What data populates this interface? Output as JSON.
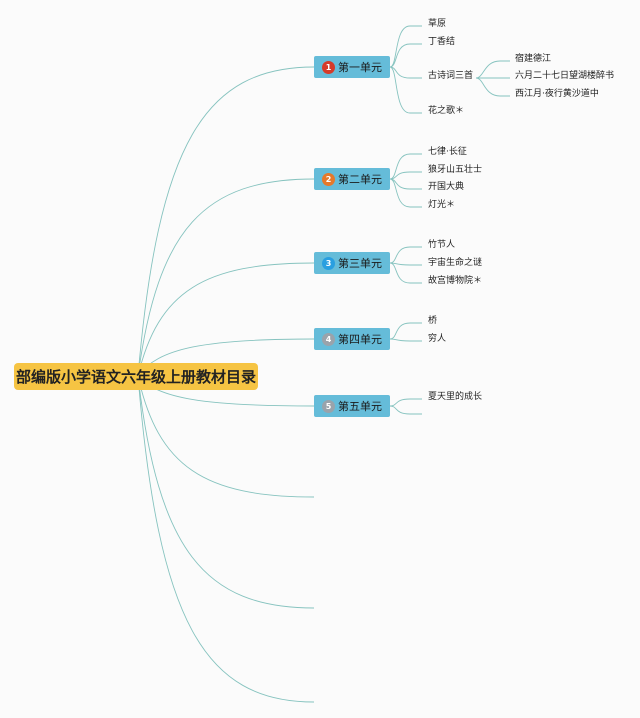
{
  "root": {
    "title": "部编版小学语文六年级上册教材目录"
  },
  "units": [
    {
      "label": "第一单元",
      "badge": "1",
      "badge_color": "#d53b2a",
      "lessons": [
        {
          "label": "草原"
        },
        {
          "label": "丁香结"
        },
        {
          "label": "古诗词三首",
          "children": [
            "宿建德江",
            "六月二十七日望湖楼醉书",
            "西江月·夜行黄沙道中"
          ]
        },
        {
          "label": "花之歌＊"
        }
      ]
    },
    {
      "label": "第二单元",
      "badge": "2",
      "badge_color": "#e6792b",
      "lessons": [
        {
          "label": "七律·长征"
        },
        {
          "label": "狼牙山五壮士"
        },
        {
          "label": "开国大典"
        },
        {
          "label": "灯光＊"
        }
      ]
    },
    {
      "label": "第三单元",
      "badge": "3",
      "badge_color": "#2a9fe0",
      "lessons": [
        {
          "label": "竹节人"
        },
        {
          "label": "宇宙生命之谜"
        },
        {
          "label": "故宫博物院＊"
        }
      ]
    },
    {
      "label": "第四单元",
      "badge": "4",
      "badge_color": "#9aa3ab",
      "lessons": [
        {
          "label": "桥"
        },
        {
          "label": "穷人"
        }
      ]
    },
    {
      "label": "第五单元",
      "badge": "5",
      "badge_color": "#9aa3ab",
      "lessons": [
        {
          "label": "夏天里的成长"
        }
      ]
    }
  ],
  "colors": {
    "line": "#86c3bf",
    "root_fill": "#f6c443",
    "unit_fill": "#65bcd9"
  }
}
